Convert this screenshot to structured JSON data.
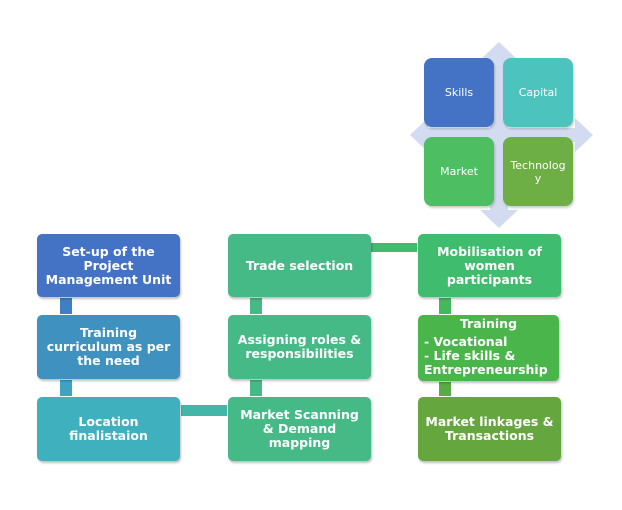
{
  "quadrant": {
    "skills": "Skills",
    "capital": "Capital",
    "market": "Market",
    "technology": "Technolog\ny"
  },
  "left_column": {
    "pmu": "Set-up of the Project Management Unit",
    "curriculum": "Training curriculum as per the need",
    "location": "Location finalistaion"
  },
  "middle_column": {
    "trade": "Trade selection",
    "roles": "Assigning roles & responsibilities",
    "scanning": "Market Scanning & Demand mapping"
  },
  "right_column": {
    "mobilisation": "Mobilisation of women participants",
    "training_title": "Training",
    "training_items": [
      "- Vocational",
      "- Life skills &",
      "Entrepreneurship"
    ],
    "linkages": "Market linkages & Transactions"
  },
  "colors": {
    "pmu": "#4472c4",
    "curriculum": "#3f92c0",
    "location": "#3fb0be",
    "middle": "#45ba87",
    "mobilisation": "#3fbc6e",
    "training": "#49b54b",
    "linkages": "#66a63e",
    "skills": "#4472c4",
    "capital": "#4cc4bd",
    "market": "#4dbf62",
    "technology": "#6daf45",
    "arrows": "#d3dbf0"
  }
}
